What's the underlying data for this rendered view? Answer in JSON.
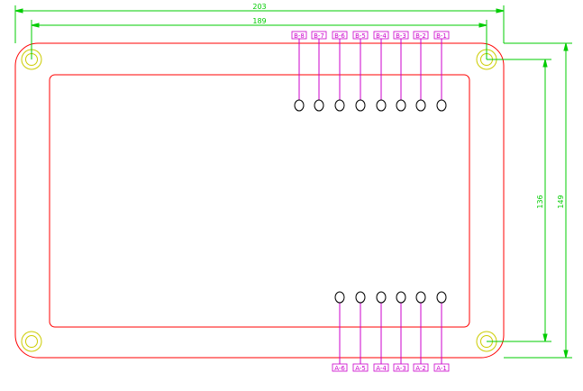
{
  "dimensions": {
    "overall_width": "203",
    "hole_spacing_x": "189",
    "hole_spacing_y": "136",
    "overall_height": "149"
  },
  "pins_top": [
    "B-8",
    "B-7",
    "B-6",
    "B-5",
    "B-4",
    "B-3",
    "B-2",
    "B-1"
  ],
  "pins_bottom": [
    "A-6",
    "A-5",
    "A-4",
    "A-3",
    "A-2",
    "A-1"
  ],
  "colors": {
    "outline": "#ff0000",
    "dimension": "#00cc00",
    "label": "#cc00cc",
    "mount_hole": "#cccc00",
    "pin": "#000000"
  }
}
